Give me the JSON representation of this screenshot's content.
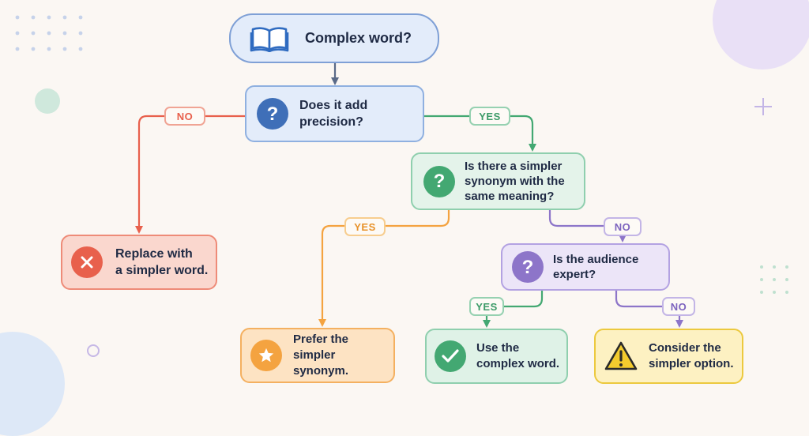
{
  "nodes": {
    "start": {
      "label": "Complex word?",
      "icon": "book-icon"
    },
    "q1": {
      "label": "Does it add\nprecision?",
      "icon": "question-icon"
    },
    "q2": {
      "label": "Is there a simpler\nsynonym with the\nsame meaning?",
      "icon": "question-icon"
    },
    "q3": {
      "label": "Is the audience\nexpert?",
      "icon": "question-icon"
    },
    "replace": {
      "label": "Replace with\na simpler word.",
      "icon": "x-icon"
    },
    "prefer": {
      "label": "Prefer the\nsimpler synonym.",
      "icon": "star-icon"
    },
    "use": {
      "label": "Use the\ncomplex word.",
      "icon": "check-icon"
    },
    "consider": {
      "label": "Consider the\nsimpler option.",
      "icon": "warning-icon"
    }
  },
  "edges": {
    "q1_no": "NO",
    "q1_yes": "YES",
    "q2_yes": "YES",
    "q2_no": "NO",
    "q3_yes": "YES",
    "q3_no": "NO"
  },
  "colors": {
    "blue": "#5b7fc0",
    "red": "#e8604c",
    "green": "#43a872",
    "orange": "#f4a340",
    "purple": "#8d75c9",
    "yellow": "#e9c32c",
    "navy": "#1f2a44"
  }
}
